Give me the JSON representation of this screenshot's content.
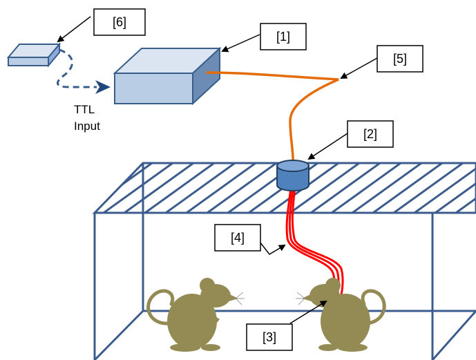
{
  "labels": {
    "callout_1": "[1]",
    "callout_2": "[2]",
    "callout_3": "[3]",
    "callout_4": "[4]",
    "callout_5": "[5]",
    "callout_6": "[6]",
    "ttl_line_1": "TTL",
    "ttl_line_2": "Input"
  },
  "colors": {
    "box_front": "#b9cde5",
    "box_top": "#dbe5f1",
    "box_side": "#6d8cb4",
    "box_stroke": "#385d8a",
    "cage_stroke": "#3b5c8c",
    "fiber_orange": "#e46c0a",
    "fiber_red": "#ff0000",
    "rotary_joint": "#4f81bd",
    "mouse": "#948a54",
    "callout_line": "#000000"
  }
}
